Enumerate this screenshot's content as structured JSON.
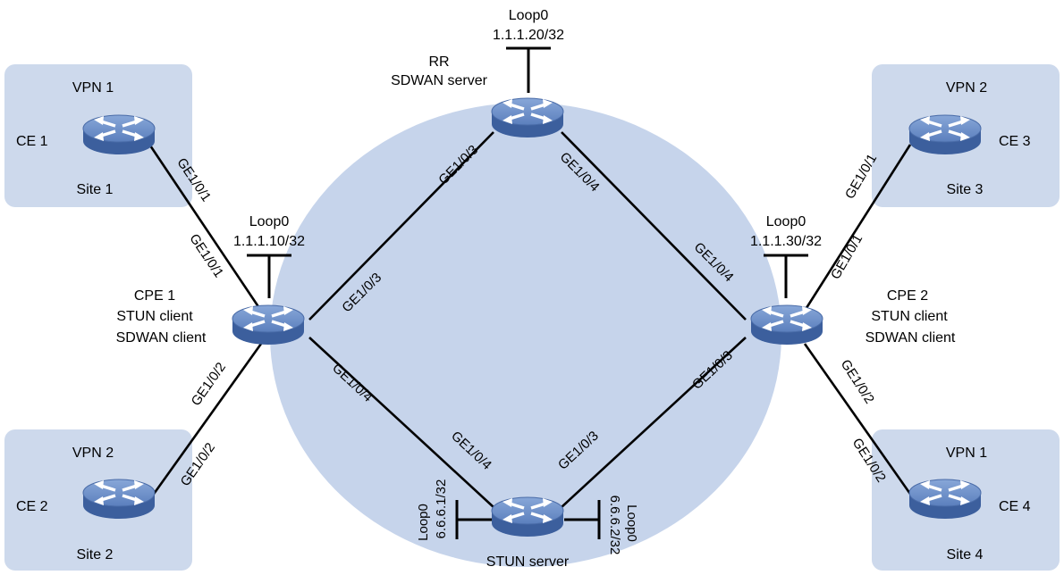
{
  "sites": [
    {
      "id": "site1",
      "vpn": "VPN 1",
      "ce": "CE 1",
      "site": "Site 1"
    },
    {
      "id": "site2",
      "vpn": "VPN 2",
      "ce": "CE 2",
      "site": "Site 2"
    },
    {
      "id": "site3",
      "vpn": "VPN 2",
      "ce": "CE 3",
      "site": "Site 3"
    },
    {
      "id": "site4",
      "vpn": "VPN 1",
      "ce": "CE 4",
      "site": "Site 4"
    }
  ],
  "devices": {
    "rr": {
      "line1": "RR",
      "line2": "SDWAN server",
      "loop_name": "Loop0",
      "loop_ip": "1.1.1.20/32"
    },
    "cpe1": {
      "line1": "CPE 1",
      "line2": "STUN client",
      "line3": "SDWAN client",
      "loop_name": "Loop0",
      "loop_ip": "1.1.1.10/32"
    },
    "cpe2": {
      "line1": "CPE 2",
      "line2": "STUN client",
      "line3": "SDWAN client",
      "loop_name": "Loop0",
      "loop_ip": "1.1.1.30/32"
    },
    "stun": {
      "name": "STUN server",
      "loop_left_name": "Loop0",
      "loop_left_ip": "6.6.6.1/32",
      "loop_right_name": "Loop0",
      "loop_right_ip": "6.6.6.2/32"
    }
  },
  "ports": {
    "ce1_cpe1_a": "GE1/0/1",
    "ce1_cpe1_b": "GE1/0/1",
    "ce2_cpe1_a": "GE1/0/2",
    "ce2_cpe1_b": "GE1/0/2",
    "cpe1_rr_a": "GE1/0/3",
    "cpe1_rr_b": "GE1/0/3",
    "rr_cpe2_a": "GE1/0/4",
    "rr_cpe2_b": "GE1/0/4",
    "cpe1_stun_a": "GE1/0/4",
    "cpe1_stun_b": "GE1/0/4",
    "stun_cpe2_a": "GE1/0/3",
    "stun_cpe2_b": "GE1/0/3",
    "ce3_cpe2_a": "GE1/0/1",
    "ce3_cpe2_b": "GE1/0/1",
    "ce4_cpe2_a": "GE1/0/2",
    "ce4_cpe2_b": "GE1/0/2"
  },
  "colors": {
    "site_box": "#cdd9ec",
    "cloud": "#c5d3ea",
    "router_top": "#6a8dc7",
    "router_side": "#3b5f9c",
    "router_arrows": "#ffffff"
  }
}
